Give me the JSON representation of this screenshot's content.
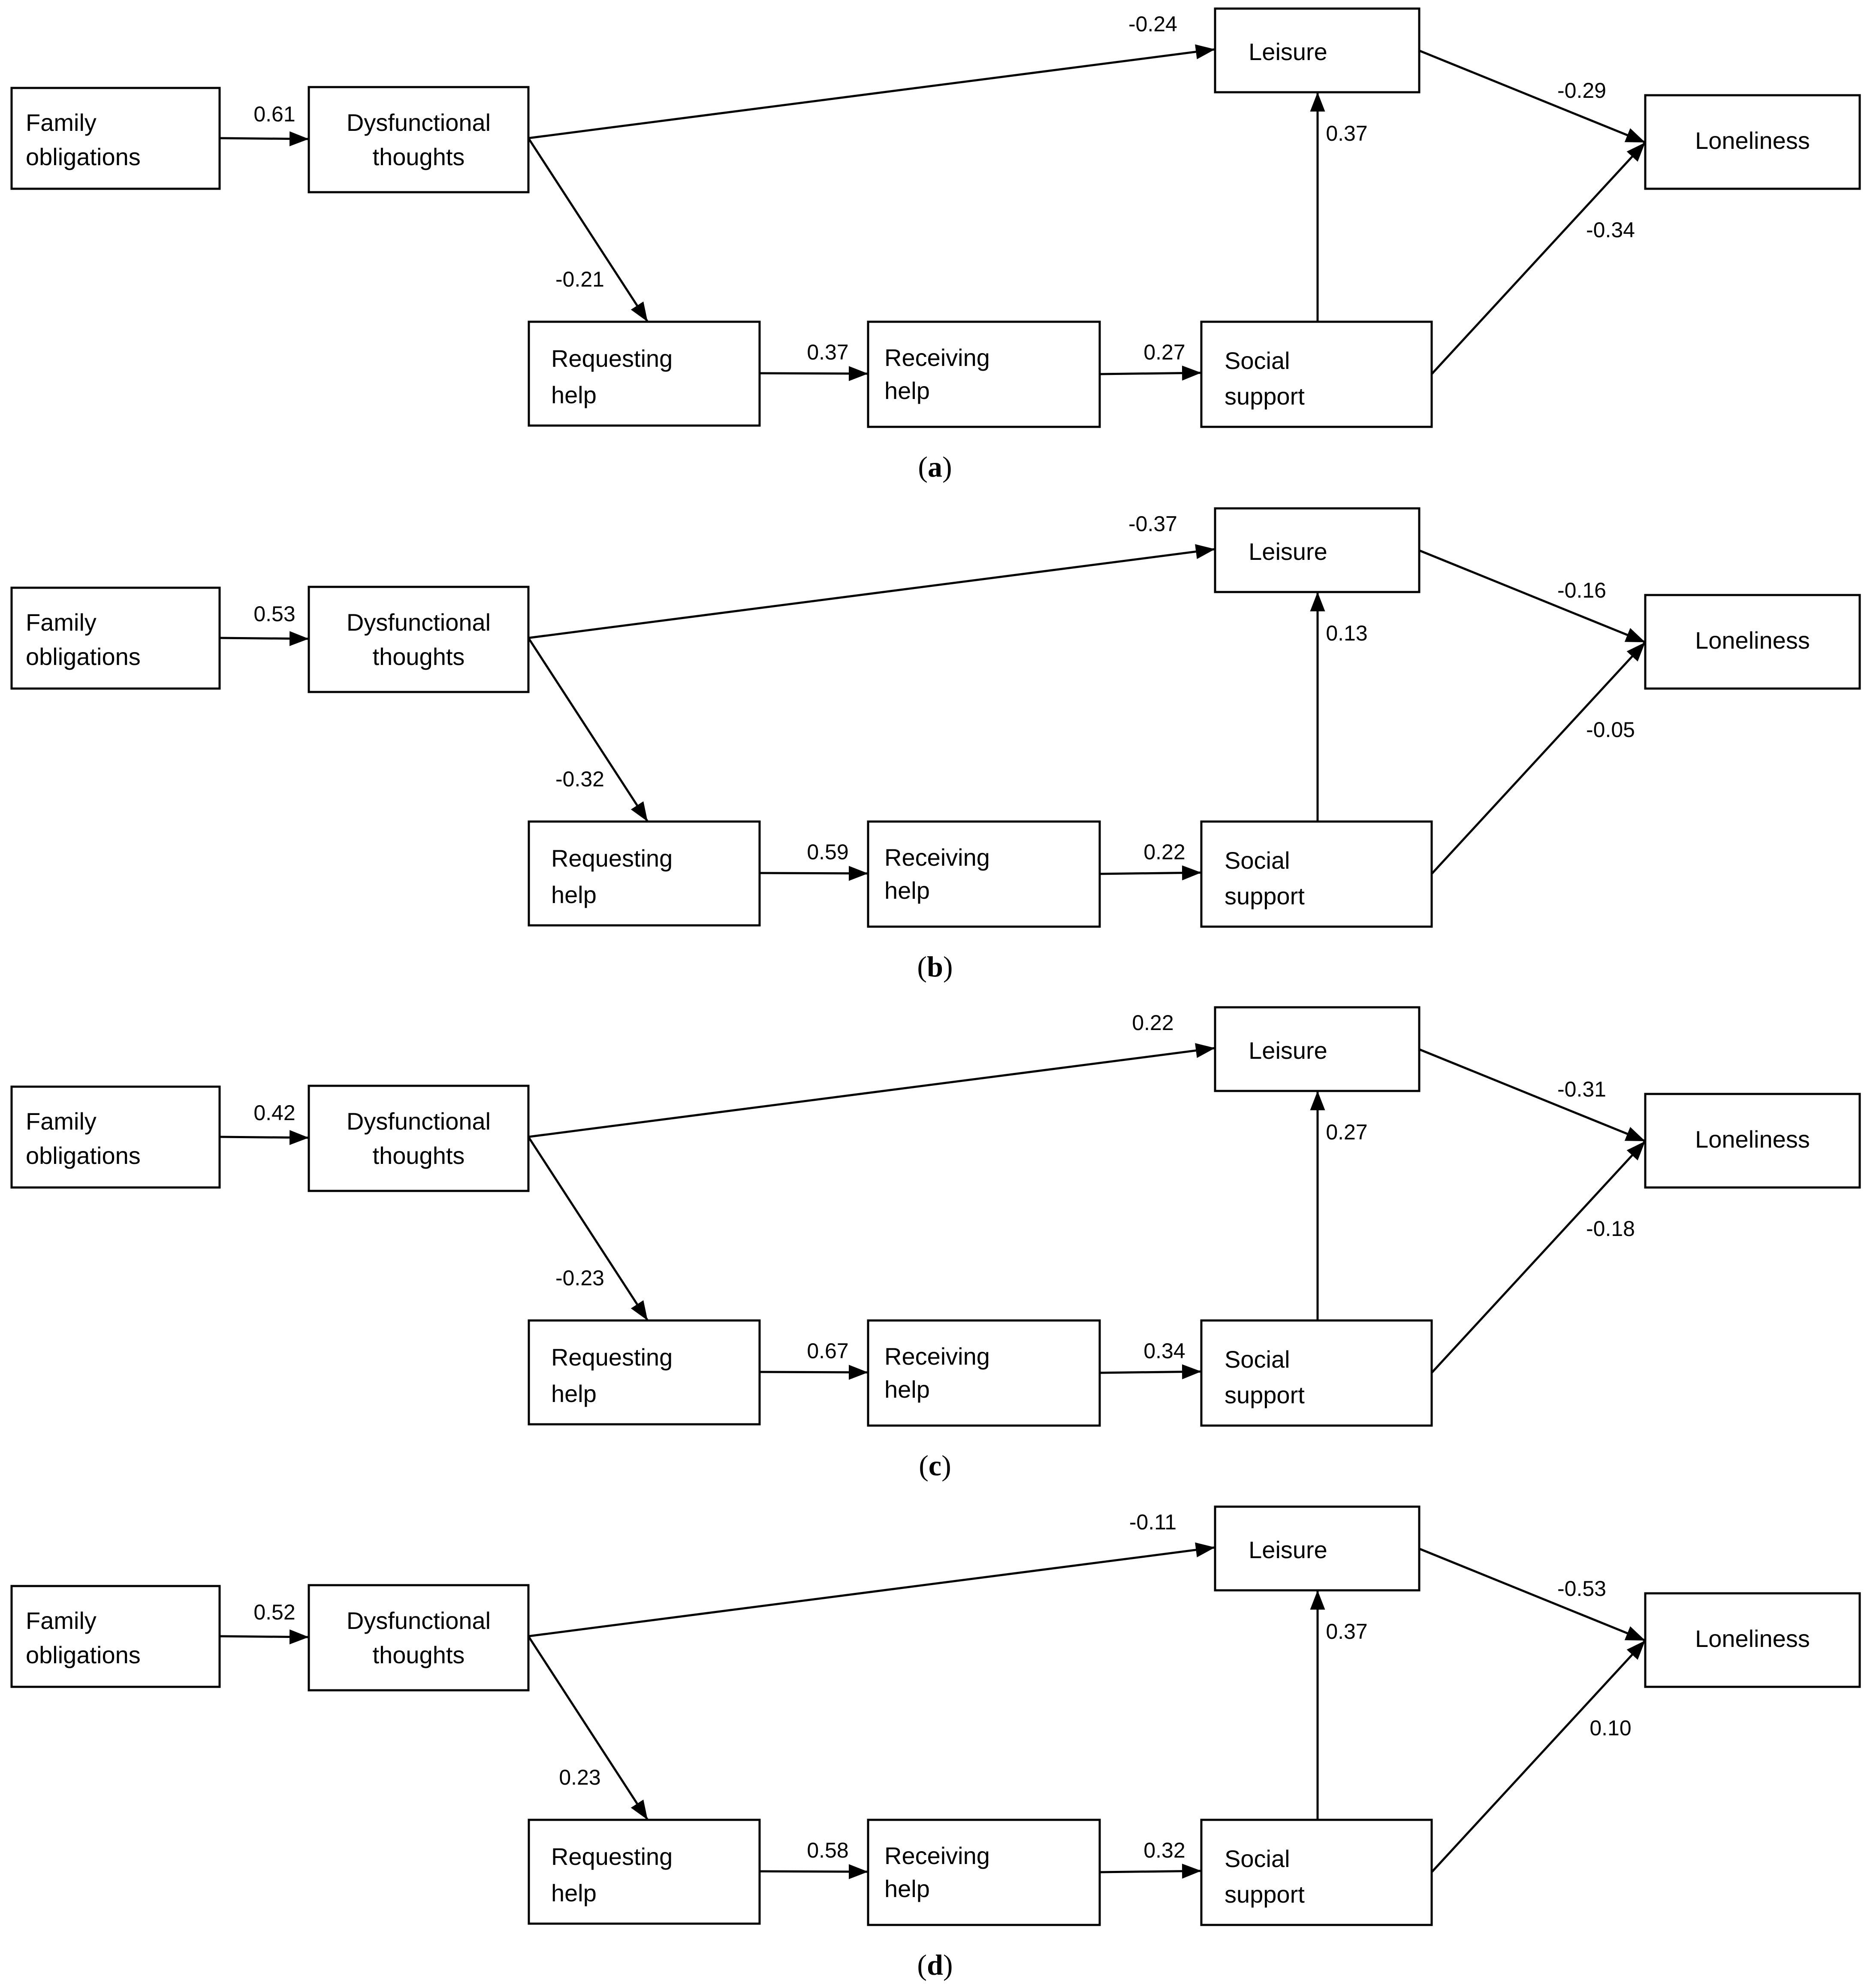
{
  "nodes": {
    "family": [
      "Family",
      "obligations"
    ],
    "dysfunctional": [
      "Dysfunctional",
      "thoughts"
    ],
    "requesting": [
      "Requesting",
      "help"
    ],
    "receiving": [
      "Receiving",
      "help"
    ],
    "social": [
      "Social",
      "support"
    ],
    "leisure": [
      "Leisure"
    ],
    "loneliness": [
      "Loneliness"
    ]
  },
  "panels": [
    {
      "label": "a",
      "coefficients": {
        "family_to_dysfunctional": "0.61",
        "dysfunctional_to_leisure": "-0.24",
        "dysfunctional_to_requesting": "-0.21",
        "requesting_to_receiving": "0.37",
        "receiving_to_social": "0.27",
        "social_to_leisure": "0.37",
        "leisure_to_loneliness": "-0.29",
        "social_to_loneliness": "-0.34"
      }
    },
    {
      "label": "b",
      "coefficients": {
        "family_to_dysfunctional": "0.53",
        "dysfunctional_to_leisure": "-0.37",
        "dysfunctional_to_requesting": "-0.32",
        "requesting_to_receiving": "0.59",
        "receiving_to_social": "0.22",
        "social_to_leisure": "0.13",
        "leisure_to_loneliness": "-0.16",
        "social_to_loneliness": "-0.05"
      }
    },
    {
      "label": "c",
      "coefficients": {
        "family_to_dysfunctional": "0.42",
        "dysfunctional_to_leisure": "0.22",
        "dysfunctional_to_requesting": "-0.23",
        "requesting_to_receiving": "0.67",
        "receiving_to_social": "0.34",
        "social_to_leisure": "0.27",
        "leisure_to_loneliness": "-0.31",
        "social_to_loneliness": "-0.18"
      }
    },
    {
      "label": "d",
      "coefficients": {
        "family_to_dysfunctional": "0.52",
        "dysfunctional_to_leisure": "-0.11",
        "dysfunctional_to_requesting": "0.23",
        "requesting_to_receiving": "0.58",
        "receiving_to_social": "0.32",
        "social_to_leisure": "0.37",
        "leisure_to_loneliness": "-0.53",
        "social_to_loneliness": "0.10"
      }
    }
  ]
}
